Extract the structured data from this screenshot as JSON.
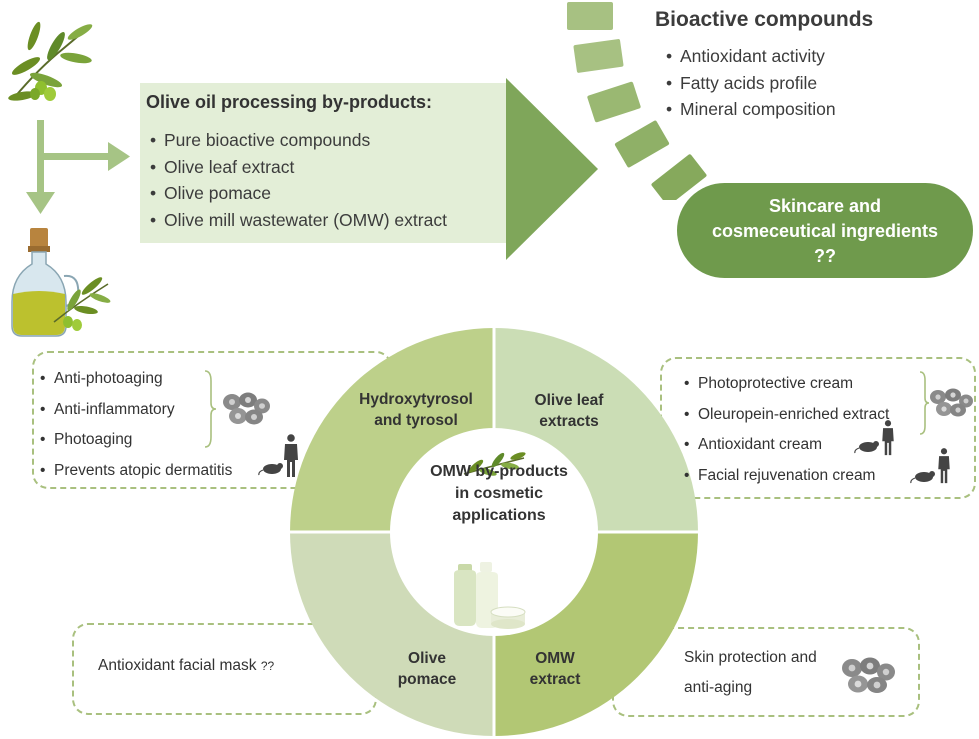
{
  "processing": {
    "title": "Olive oil processing by-products:",
    "items": [
      "Pure bioactive compounds",
      "Olive leaf extract",
      "Olive pomace",
      "Olive mill wastewater (OMW) extract"
    ]
  },
  "bioactive": {
    "title": "Bioactive compounds",
    "items": [
      "Antioxidant activity",
      "Fatty acids profile",
      "Mineral composition"
    ]
  },
  "skincare": {
    "text": "Skincare and\ncosmeceutical ingredients\n??"
  },
  "center": {
    "label": "OMW by-products\nin cosmetic\napplications"
  },
  "quadrants": {
    "hydroxytyrosol": "Hydroxytyrosol\nand tyrosol",
    "olive_leaf": "Olive leaf\nextracts",
    "pomace": "Olive\npomace",
    "omw": "OMW\nextract"
  },
  "hydroxytyrosol_uses": [
    "Anti-photoaging",
    "Anti-inflammatory",
    "Photoaging",
    "Prevents atopic dermatitis"
  ],
  "olive_leaf_uses": [
    "Photoprotective cream",
    "Oleuropein-enriched extract",
    "Antioxidant cream",
    "Facial rejuvenation cream"
  ],
  "pomace_use": {
    "text": "Antioxidant facial mask",
    "q": "??"
  },
  "omw_use": {
    "text": "Skin protection and\nanti-aging"
  },
  "colors": {
    "quad_tl": "#bdd08a",
    "quad_tr": "#cbddb5",
    "quad_bl": "#cfdbb8",
    "quad_br": "#b2c774",
    "dark_green": "#6f9a4c",
    "light_box": "#e3eed7",
    "arrow": "#a6c485"
  },
  "icons": [
    "olive-branch-icon",
    "olive-oil-bottle-icon",
    "cell-cluster-icon",
    "human-figure-icon",
    "mouse-icon",
    "cosmetic-bottles-icon"
  ]
}
